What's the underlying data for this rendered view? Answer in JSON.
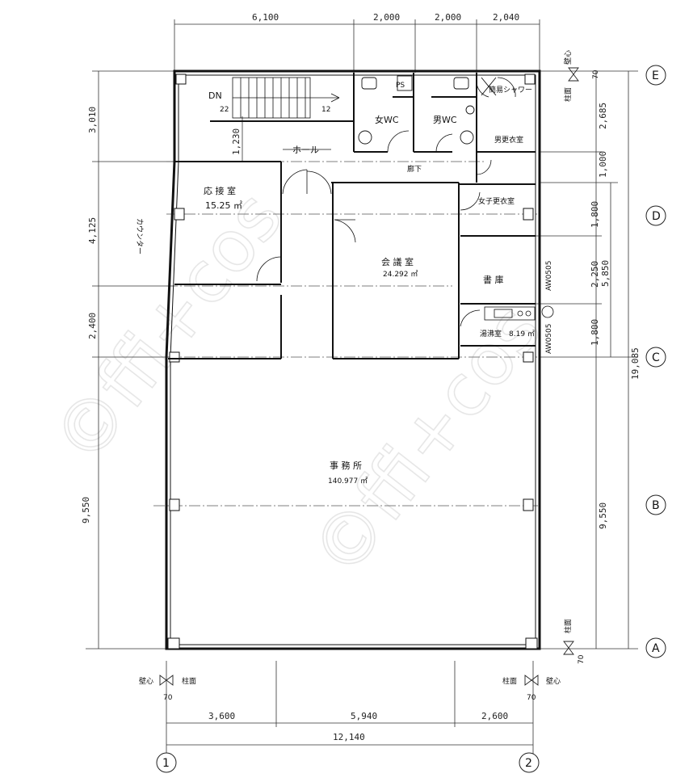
{
  "dimensions": {
    "top": [
      "6,100",
      "2,000",
      "2,000",
      "2,040"
    ],
    "bottom": [
      "3,600",
      "5,940",
      "2,600"
    ],
    "bottom_total": "12,140",
    "left": [
      "3,010",
      "4,125",
      "2,400",
      "9,550"
    ],
    "left_inner": "1,230",
    "right_inner": [
      "2,685",
      "1,000",
      "1,800",
      "2,250",
      "1,800",
      "9,550"
    ],
    "right_mid": "5,850",
    "right_total": "19,085",
    "offset": "70"
  },
  "grid": {
    "rows": [
      "E",
      "D",
      "C",
      "B",
      "A"
    ],
    "cols": [
      "1",
      "2"
    ]
  },
  "markers": {
    "wall_center": "壁心",
    "column_face": "柱面"
  },
  "rooms": {
    "reception": "応 接 室",
    "reception_area": "15.25 ㎡",
    "meeting": "会 議 室",
    "meeting_area": "24.292 ㎡",
    "archive": "書 庫",
    "kitchen": "湯沸室",
    "kitchen_area": "8.19 ㎡",
    "office": "事 務 所",
    "office_area": "140.977 ㎡",
    "hall": "ホール",
    "corridor": "廊下",
    "womens_wc": "女WC",
    "mens_wc": "男WC",
    "ps": "PS",
    "shower": "簡易シャワー",
    "mens_locker": "男更衣室",
    "womens_locker": "女子更衣室",
    "counter": "カウンター",
    "stair_dn": "DN",
    "stair_steps_a": "22",
    "stair_steps_b": "12",
    "aw_upper": "AW0505",
    "aw_lower": "AW0505"
  },
  "watermark": "©ffi+cos"
}
